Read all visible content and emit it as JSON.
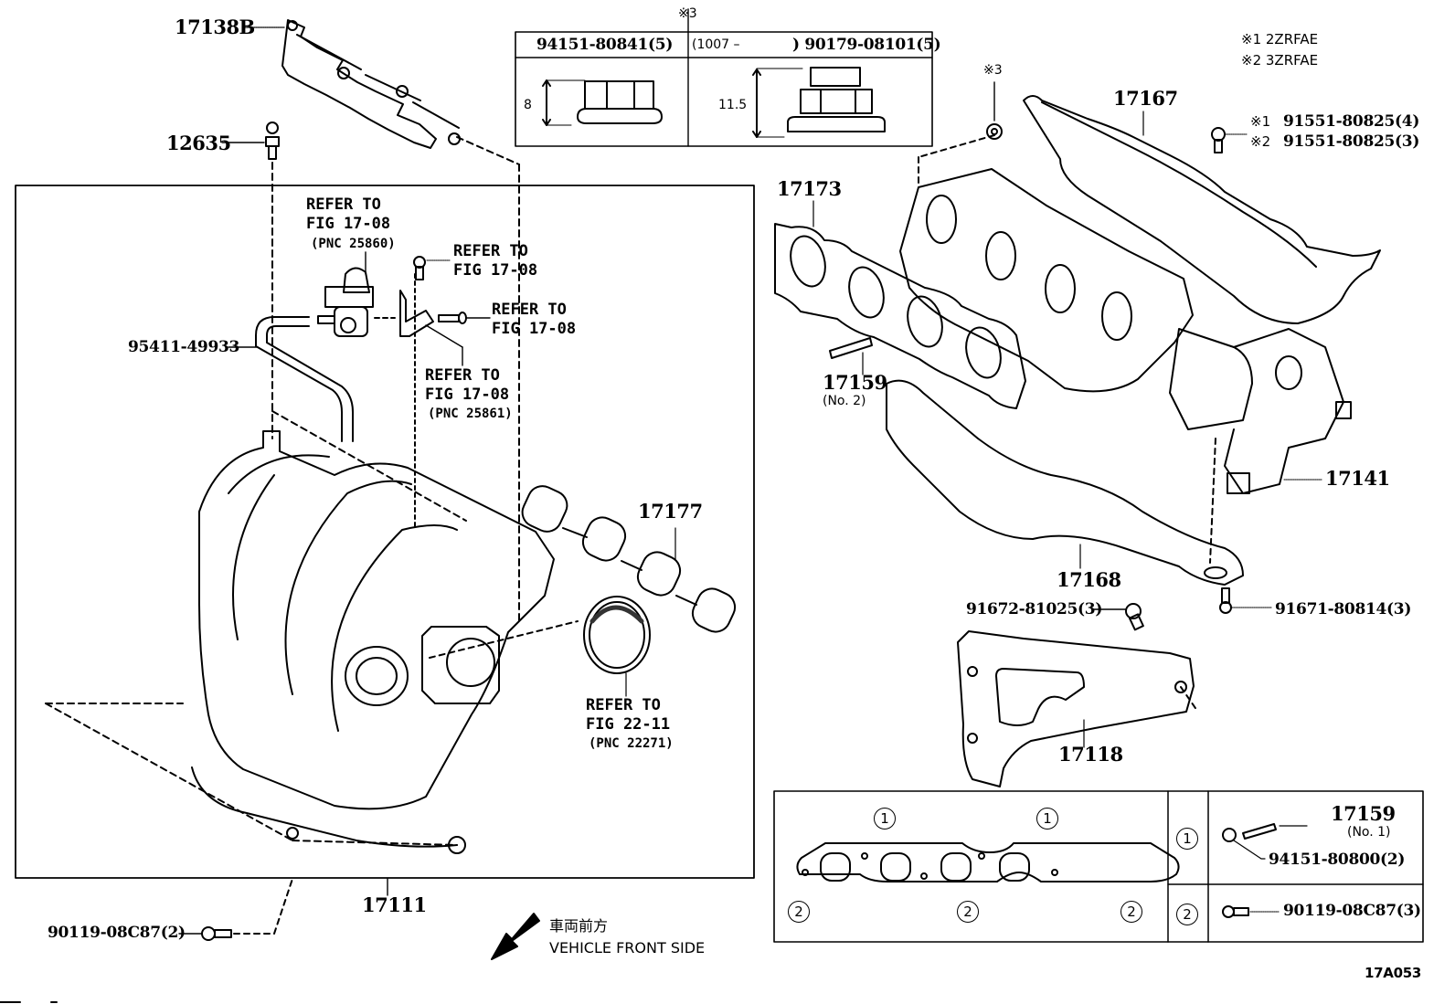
{
  "figure_code": "17A053",
  "notes": {
    "n1": "※1 2ZRFAE",
    "n2": "※2 3ZRFAE",
    "n3_top": "※3",
    "n3_nut": "※3"
  },
  "nut_table": {
    "col1_header": "94151-80841(5)",
    "col2_prefix": "(1007 –",
    "col2_header": ") 90179-08101(5)",
    "col1_dimension": "8",
    "col2_dimension": "11.5"
  },
  "parts": {
    "p17138B": "17138B",
    "p12635": "12635",
    "p95411": "95411-49933",
    "p17111": "17111",
    "p17177": "17177",
    "p17173": "17173",
    "p17167": "17167",
    "p17159_2": "17159",
    "p17159_2_sub": "(No. 2)",
    "p17141": "17141",
    "p17168": "17168",
    "p17118": "17118",
    "p91672": "91672-81025(3)",
    "p91671": "91671-80814(3)",
    "p91551_1": "91551-80825(4)",
    "p91551_2": "91551-80825(3)",
    "p91551_1_prefix": "※1",
    "p91551_2_prefix": "※2",
    "p90119_left": "90119-08C87(2)"
  },
  "refs": {
    "r1_line1": "REFER TO",
    "r1_line2": "FIG 17-08",
    "r1_line3": "(PNC 25860)",
    "r2_line1": "REFER TO",
    "r2_line2": "FIG 17-08",
    "r3_line1": "REFER TO",
    "r3_line2": "FIG 17-08",
    "r4_line1": "REFER TO",
    "r4_line2": "FIG 17-08",
    "r4_line3": "(PNC 25861)",
    "r5_line1": "REFER TO",
    "r5_line2": "FIG 22-11",
    "r5_line3": "(PNC 22271)"
  },
  "direction": {
    "jp": "車両前方",
    "en": "VEHICLE FRONT SIDE"
  },
  "legend_table": {
    "marker1": "1",
    "marker2": "2",
    "row1_stud": "17159",
    "row1_stud_sub": "(No. 1)",
    "row1_nut": "94151-80800(2)",
    "row2_bolt": "90119-08C87(3)"
  }
}
